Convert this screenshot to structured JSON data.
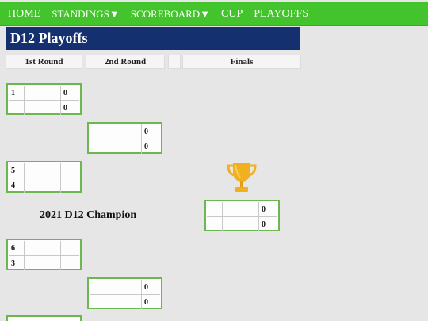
{
  "nav": {
    "home": "HOME",
    "standings": "STANDINGS▼",
    "scoreboard": "SCOREBOARD▼",
    "cup": "CUP",
    "playoffs": "PLAYOFFS"
  },
  "page_title": "D12 Playoffs",
  "rounds": [
    "1st Round",
    "2nd Round",
    "",
    "Finals"
  ],
  "bracket": {
    "r1_m1": {
      "a_seed": "1",
      "a_team": "",
      "a_score": "0",
      "b_seed": "",
      "b_team": "",
      "b_score": "0"
    },
    "r1_m2": {
      "a_seed": "5",
      "a_team": "",
      "a_score": "",
      "b_seed": "4",
      "b_team": "",
      "b_score": ""
    },
    "r1_m3": {
      "a_seed": "6",
      "a_team": "",
      "a_score": "",
      "b_seed": "3",
      "b_team": "",
      "b_score": ""
    },
    "r2_m1": {
      "a_seed": "",
      "a_team": "",
      "a_score": "0",
      "b_seed": "",
      "b_team": "",
      "b_score": "0"
    },
    "r2_m2": {
      "a_seed": "",
      "a_team": "",
      "a_score": "0",
      "b_seed": "",
      "b_team": "",
      "b_score": "0"
    },
    "final": {
      "a_seed": "",
      "a_team": "",
      "a_score": "0",
      "b_seed": "",
      "b_team": "",
      "b_score": "0"
    }
  },
  "champion_label": "2021 D12 Champion",
  "colors": {
    "nav_bg": "#43c42c",
    "title_bg": "#14306f",
    "matchup_border": "#6bb84f",
    "trophy": "#f2b01e"
  },
  "icons": {
    "trophy": "trophy-icon"
  }
}
